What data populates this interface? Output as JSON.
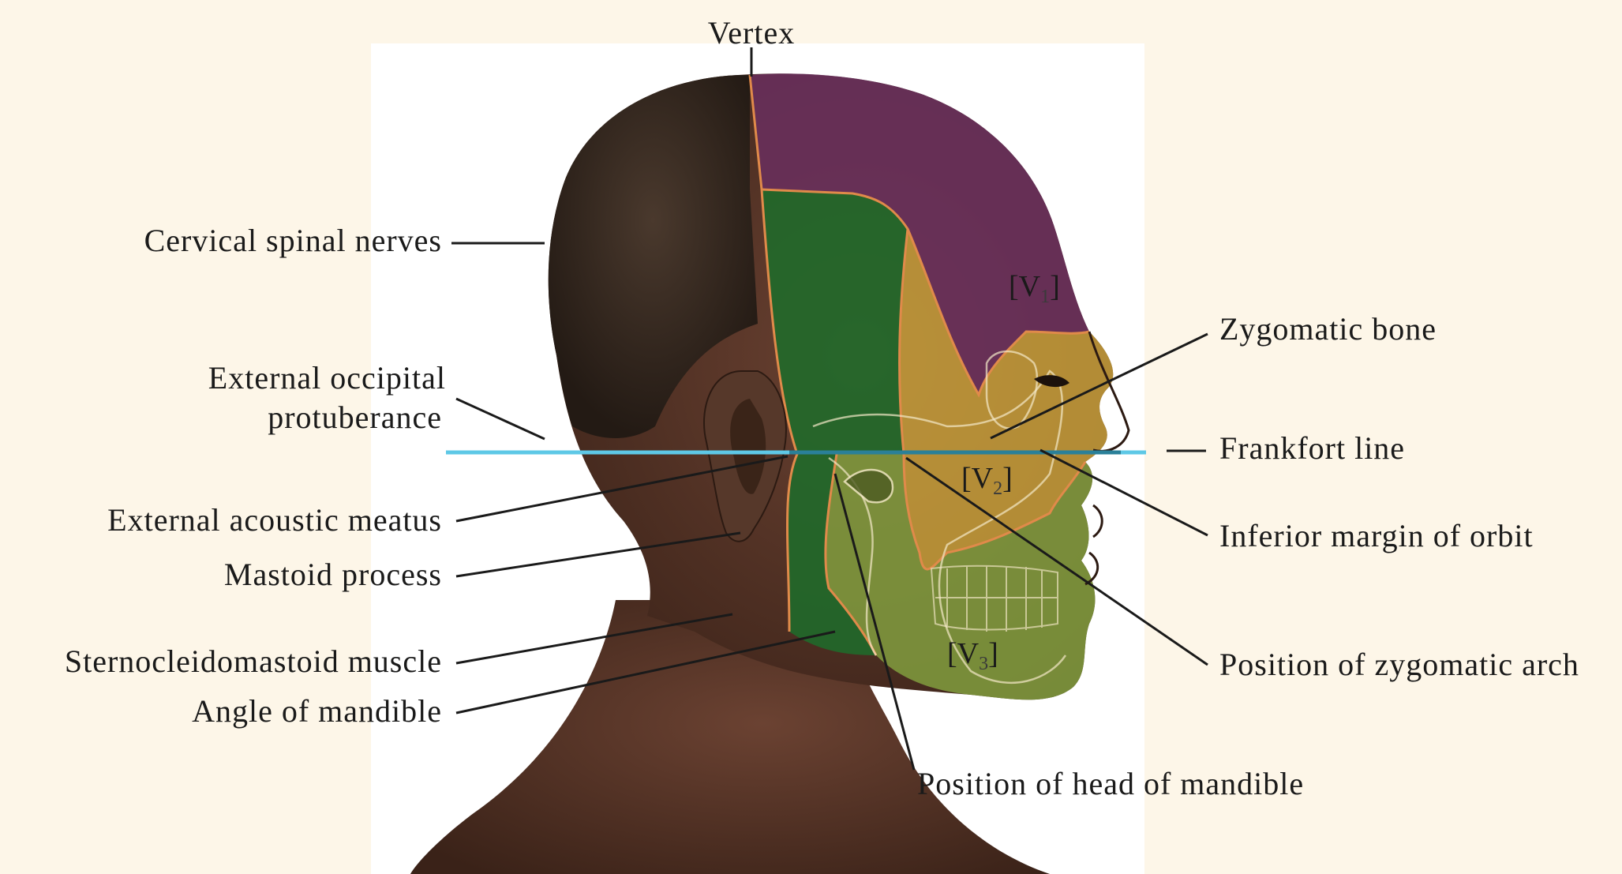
{
  "labels": {
    "vertex": "Vertex",
    "cervical_spinal_nerves": "Cervical spinal nerves",
    "external_occipital_protuberance_line1": "External occipital",
    "external_occipital_protuberance_line2": "protuberance",
    "external_acoustic_meatus": "External acoustic meatus",
    "mastoid_process": "Mastoid process",
    "sternocleidomastoid_muscle": "Sternocleidomastoid muscle",
    "angle_of_mandible": "Angle of mandible",
    "zygomatic_bone": "Zygomatic bone",
    "frankfort_line": "Frankfort line",
    "inferior_margin_of_orbit": "Inferior margin of orbit",
    "position_of_zygomatic_arch": "Position of zygomatic arch",
    "position_of_head_of_mandible": "Position of head of mandible"
  },
  "zones": {
    "v1": {
      "letter": "V",
      "sub": "1"
    },
    "v2": {
      "letter": "V",
      "sub": "2"
    },
    "v3": {
      "letter": "V",
      "sub": "3"
    }
  },
  "colors": {
    "background": "#fdf6e8",
    "panel": "#ffffff",
    "skin": "#4e3124",
    "hair": "#2e231c",
    "cervical_region": "#1f6b2a",
    "v1_region": "#6a2f5e",
    "v2_region": "#c9a13a",
    "v3_region": "#7f9a3e",
    "dermatome_border": "#e08a4a",
    "frankfort_line": "#5ec8e6"
  }
}
